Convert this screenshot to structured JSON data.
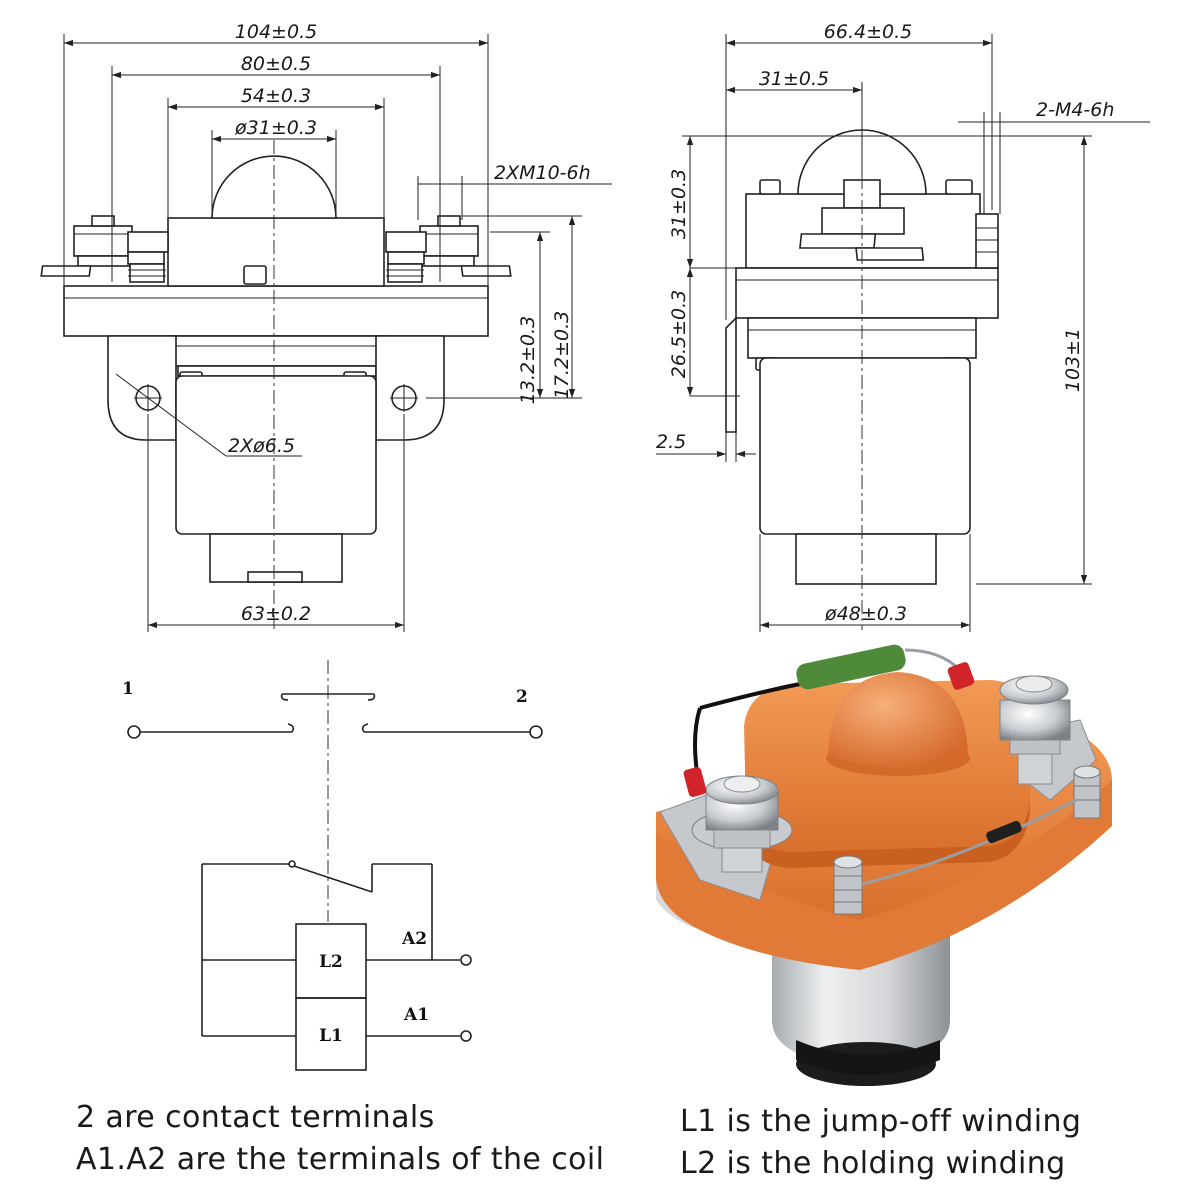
{
  "front_view": {
    "dims": {
      "overall_width": "104±0.5",
      "terminal_spacing": "80±0.5",
      "cover_width": "54±0.3",
      "dome_diameter": "ø31±0.3",
      "terminal_thread": "2XM10-6h",
      "height_a": "13.2±0.3",
      "height_b": "17.2±0.3",
      "mount_holes": "2Xø6.5",
      "mount_spacing": "63±0.2"
    }
  },
  "side_view": {
    "dims": {
      "overall_width": "66.4±0.5",
      "offset": "31±0.5",
      "coil_thread": "2-M4-6h",
      "top_height": "31±0.3",
      "bracket_height": "26.5±0.3",
      "overall_height": "103±1",
      "bracket_thickness": "2.5",
      "body_diameter": "ø48±0.3"
    }
  },
  "schematic": {
    "terminal_1": "1",
    "terminal_2": "2",
    "coil_a2": "A2",
    "coil_a1": "A1",
    "winding_l2": "L2",
    "winding_l1": "L1"
  },
  "captions": {
    "line1_left": "2 are contact terminals",
    "line2_left": "A1.A2 are the terminals of the coil",
    "line1_right": "L1 is the jump-off winding",
    "line2_right": "L2 is the holding winding"
  },
  "colors": {
    "housing_orange": "#E8843F",
    "steel": "#C9CDD1",
    "resistor_green": "#4E8A3A"
  }
}
